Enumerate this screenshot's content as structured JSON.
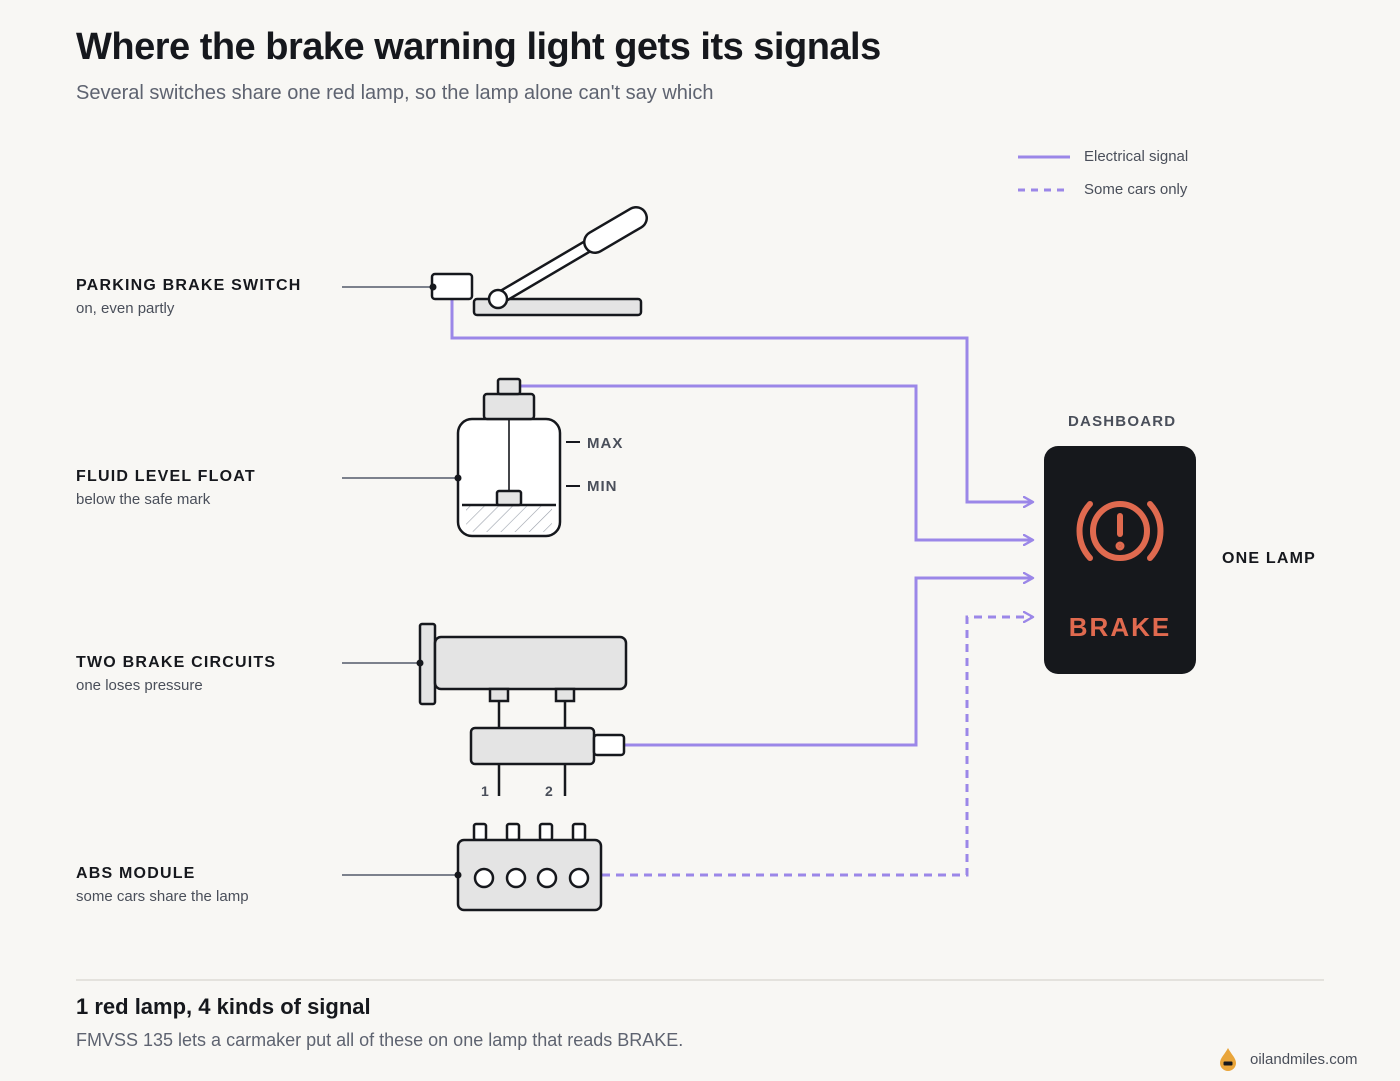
{
  "header": {
    "title": "Where the brake warning light gets its signals",
    "subtitle": "Several switches share one red lamp, so the lamp alone can't say which"
  },
  "legend": {
    "solid_label": "Electrical signal",
    "dashed_label": "Some cars only"
  },
  "sources": [
    {
      "name": "PARKING BRAKE SWITCH",
      "sub": "on, even partly"
    },
    {
      "name": "FLUID LEVEL FLOAT",
      "sub": "below the safe mark"
    },
    {
      "name": "TWO BRAKE CIRCUITS",
      "sub": "one loses pressure"
    },
    {
      "name": "ABS MODULE",
      "sub": "some cars share the lamp"
    }
  ],
  "reservoir": {
    "max_label": "MAX",
    "min_label": "MIN"
  },
  "circuits": {
    "label_1": "1",
    "label_2": "2"
  },
  "dashboard": {
    "label": "DASHBOARD",
    "lamp_text": "BRAKE",
    "side_label": "ONE LAMP"
  },
  "footer": {
    "title": "1 red lamp, 4 kinds of signal",
    "text": "FMVSS 135 lets a carmaker put all of these on one lamp that reads BRAKE.",
    "brand": "oilandmiles.com"
  },
  "colors": {
    "signal": "#9b87e8",
    "lamp_background": "#16181c",
    "warning": "#e06a4f",
    "background": "#f8f7f4"
  }
}
